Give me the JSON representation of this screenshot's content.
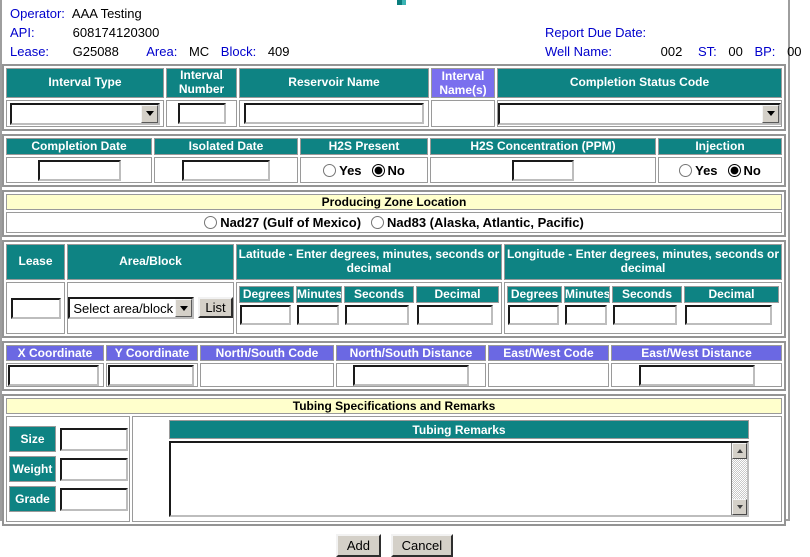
{
  "header": {
    "operator_label": "Operator:",
    "operator_value": "AAA Testing",
    "api_label": "API:",
    "api_value": "608174120300",
    "lease_label": "Lease:",
    "lease_value": "G25088",
    "area_label": "Area:",
    "area_value": "MC",
    "block_label": "Block:",
    "block_value": "409",
    "report_due_date_label": "Report Due Date:",
    "report_due_date_value": "",
    "well_name_label": "Well Name:",
    "well_name_value": "002",
    "st_label": "ST:",
    "st_value": "00",
    "bp_label": "BP:",
    "bp_value": "00"
  },
  "interval_section": {
    "interval_type_header": "Interval Type",
    "interval_number_header": "Interval Number",
    "reservoir_name_header": "Reservoir Name",
    "interval_names_header": "Interval Name(s)",
    "completion_status_header": "Completion Status Code",
    "interval_type_value": "",
    "interval_number_value": "",
    "reservoir_name_value": "",
    "completion_status_value": ""
  },
  "completion_section": {
    "completion_date_header": "Completion Date",
    "isolated_date_header": "Isolated Date",
    "h2s_present_header": "H2S Present",
    "h2s_concentration_header": "H2S Concentration (PPM)",
    "injection_header": "Injection",
    "h2s_yes_label": "Yes",
    "h2s_no_label": "No",
    "h2s_selected": "No",
    "injection_yes_label": "Yes",
    "injection_no_label": "No",
    "injection_selected": "No"
  },
  "producing_zone": {
    "title": "Producing Zone Location",
    "nad27_label": "Nad27 (Gulf of Mexico)",
    "nad83_label": "Nad83 (Alaska, Atlantic, Pacific)",
    "selected": ""
  },
  "location_section": {
    "lease_header": "Lease",
    "lease_value": "",
    "area_block_header": "Area/Block",
    "area_block_select_value": "Select area/block",
    "list_button_label": "List",
    "latitude_header": "Latitude - Enter degrees, minutes, seconds or decimal",
    "longitude_header": "Longitude - Enter degrees, minutes, seconds or decimal",
    "degrees_header": "Degrees",
    "minutes_header": "Minutes",
    "seconds_header": "Seconds",
    "decimal_header": "Decimal"
  },
  "coordinates_section": {
    "headers": [
      "X Coordinate",
      "Y Coordinate",
      "North/South Code",
      "North/South Distance",
      "East/West Code",
      "East/West Distance"
    ]
  },
  "tubing_section": {
    "title": "Tubing Specifications and Remarks",
    "size_label": "Size",
    "weight_label": "Weight",
    "grade_label": "Grade",
    "remarks_header": "Tubing Remarks",
    "remarks_value": ""
  },
  "buttons": {
    "add_label": "Add",
    "cancel_label": "Cancel"
  },
  "colors": {
    "teal_header": "#0E8383",
    "purple_header": "#7A6FEE",
    "blue_header": "#6B68E3",
    "yellow_band": "#FFFFCC",
    "label_blue": "#0000CC"
  }
}
